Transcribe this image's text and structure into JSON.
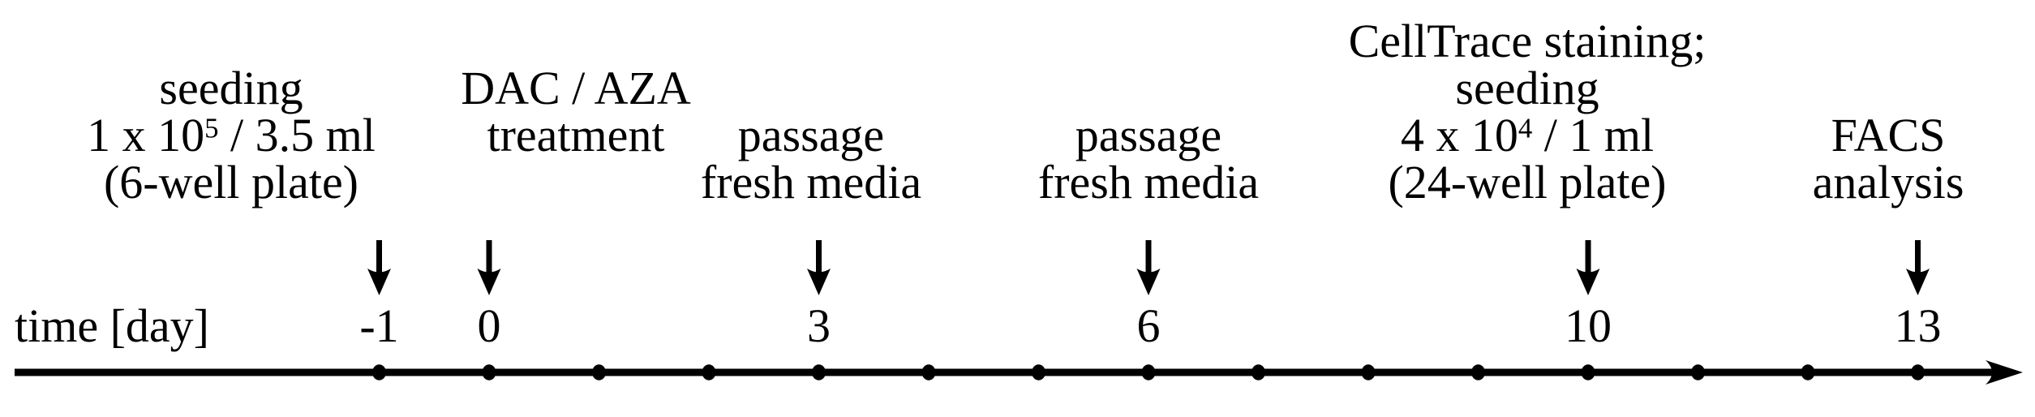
{
  "chart_data": {
    "type": "timeline",
    "xlabel": "time [day]",
    "axis_range_days": [
      -1,
      13
    ],
    "tick_days": [
      -1,
      0,
      1,
      2,
      3,
      4,
      5,
      6,
      7,
      8,
      9,
      10,
      11,
      12,
      13
    ],
    "labeled_days": [
      -1,
      0,
      3,
      6,
      10,
      13
    ],
    "events": [
      {
        "id": "seeding-6well",
        "day": -1,
        "lines": [
          [
            {
              "t": "seeding"
            }
          ],
          [
            {
              "t": "1 x 10"
            },
            {
              "t": "5",
              "sup": true
            },
            {
              "t": " / 3.5 ml"
            }
          ],
          [
            {
              "t": "(6-well plate)"
            }
          ]
        ],
        "label_center_x": 285,
        "label_top": 80
      },
      {
        "id": "dac-aza-treatment",
        "day": 0,
        "lines": [
          [
            {
              "t": "DAC / AZA"
            }
          ],
          [
            {
              "t": "treatment"
            }
          ]
        ],
        "label_center_x": 710,
        "label_top": 80
      },
      {
        "id": "passage-day3",
        "day": 3,
        "lines": [
          [
            {
              "t": "passage"
            }
          ],
          [
            {
              "t": "fresh media"
            }
          ]
        ],
        "label_center_x": 1000,
        "label_top": 138
      },
      {
        "id": "passage-day6",
        "day": 6,
        "lines": [
          [
            {
              "t": "passage"
            }
          ],
          [
            {
              "t": "fresh media"
            }
          ]
        ],
        "label_center_x": 1416,
        "label_top": 138
      },
      {
        "id": "celltrace-seeding-24well",
        "day": 10,
        "lines": [
          [
            {
              "t": "CellTrace staining;"
            }
          ],
          [
            {
              "t": "seeding"
            }
          ],
          [
            {
              "t": "4 x 10"
            },
            {
              "t": "4",
              "sup": true
            },
            {
              "t": " / 1 ml"
            }
          ],
          [
            {
              "t": "(24-well plate)"
            }
          ]
        ],
        "label_center_x": 1883,
        "label_top": 22
      },
      {
        "id": "facs-analysis",
        "day": 13,
        "lines": [
          [
            {
              "t": "FACS"
            }
          ],
          [
            {
              "t": "analysis"
            }
          ]
        ],
        "label_center_x": 2328,
        "label_top": 138
      }
    ],
    "colors": {
      "foreground": "#000000",
      "background": "#ffffff"
    },
    "legend": null,
    "grid": false
  }
}
